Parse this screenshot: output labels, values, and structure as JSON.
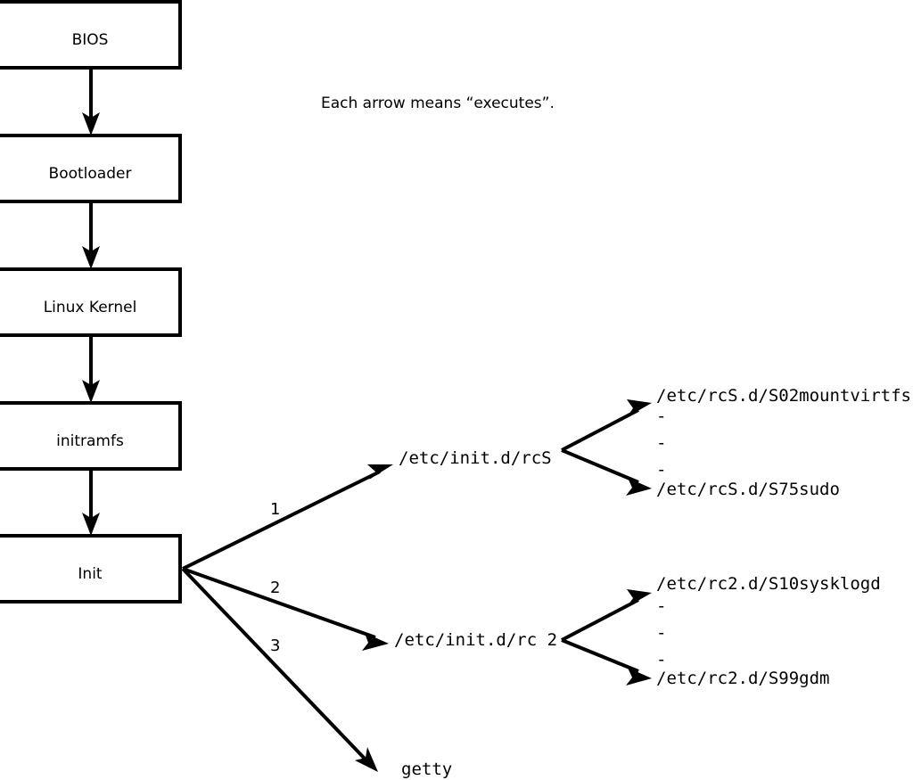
{
  "diagram": {
    "title_note": "Each arrow means “executes”.",
    "boot_chain": [
      {
        "id": "bios",
        "label": "BIOS"
      },
      {
        "id": "bootloader",
        "label": "Bootloader"
      },
      {
        "id": "kernel",
        "label": "Linux Kernel"
      },
      {
        "id": "initramfs",
        "label": "initramfs"
      },
      {
        "id": "init",
        "label": "Init"
      }
    ],
    "init_branches": [
      {
        "number": "1",
        "label": "/etc/init.d/rcS"
      },
      {
        "number": "2",
        "label": "/etc/init.d/rc 2"
      },
      {
        "number": "3",
        "label": "getty"
      }
    ],
    "rcs_scripts": {
      "first": "/etc/rcS.d/S02mountvirtfs",
      "ellipsis": [
        "-",
        "-",
        "-"
      ],
      "last": "/etc/rcS.d/S75sudo"
    },
    "rc2_scripts": {
      "first": "/etc/rc2.d/S10sysklogd",
      "ellipsis": [
        "-",
        "-",
        "-"
      ],
      "last": "/etc/rc2.d/S99gdm"
    },
    "colors": {
      "stroke": "#000000",
      "fill": "#ffffff",
      "background": "#ffffff"
    }
  }
}
